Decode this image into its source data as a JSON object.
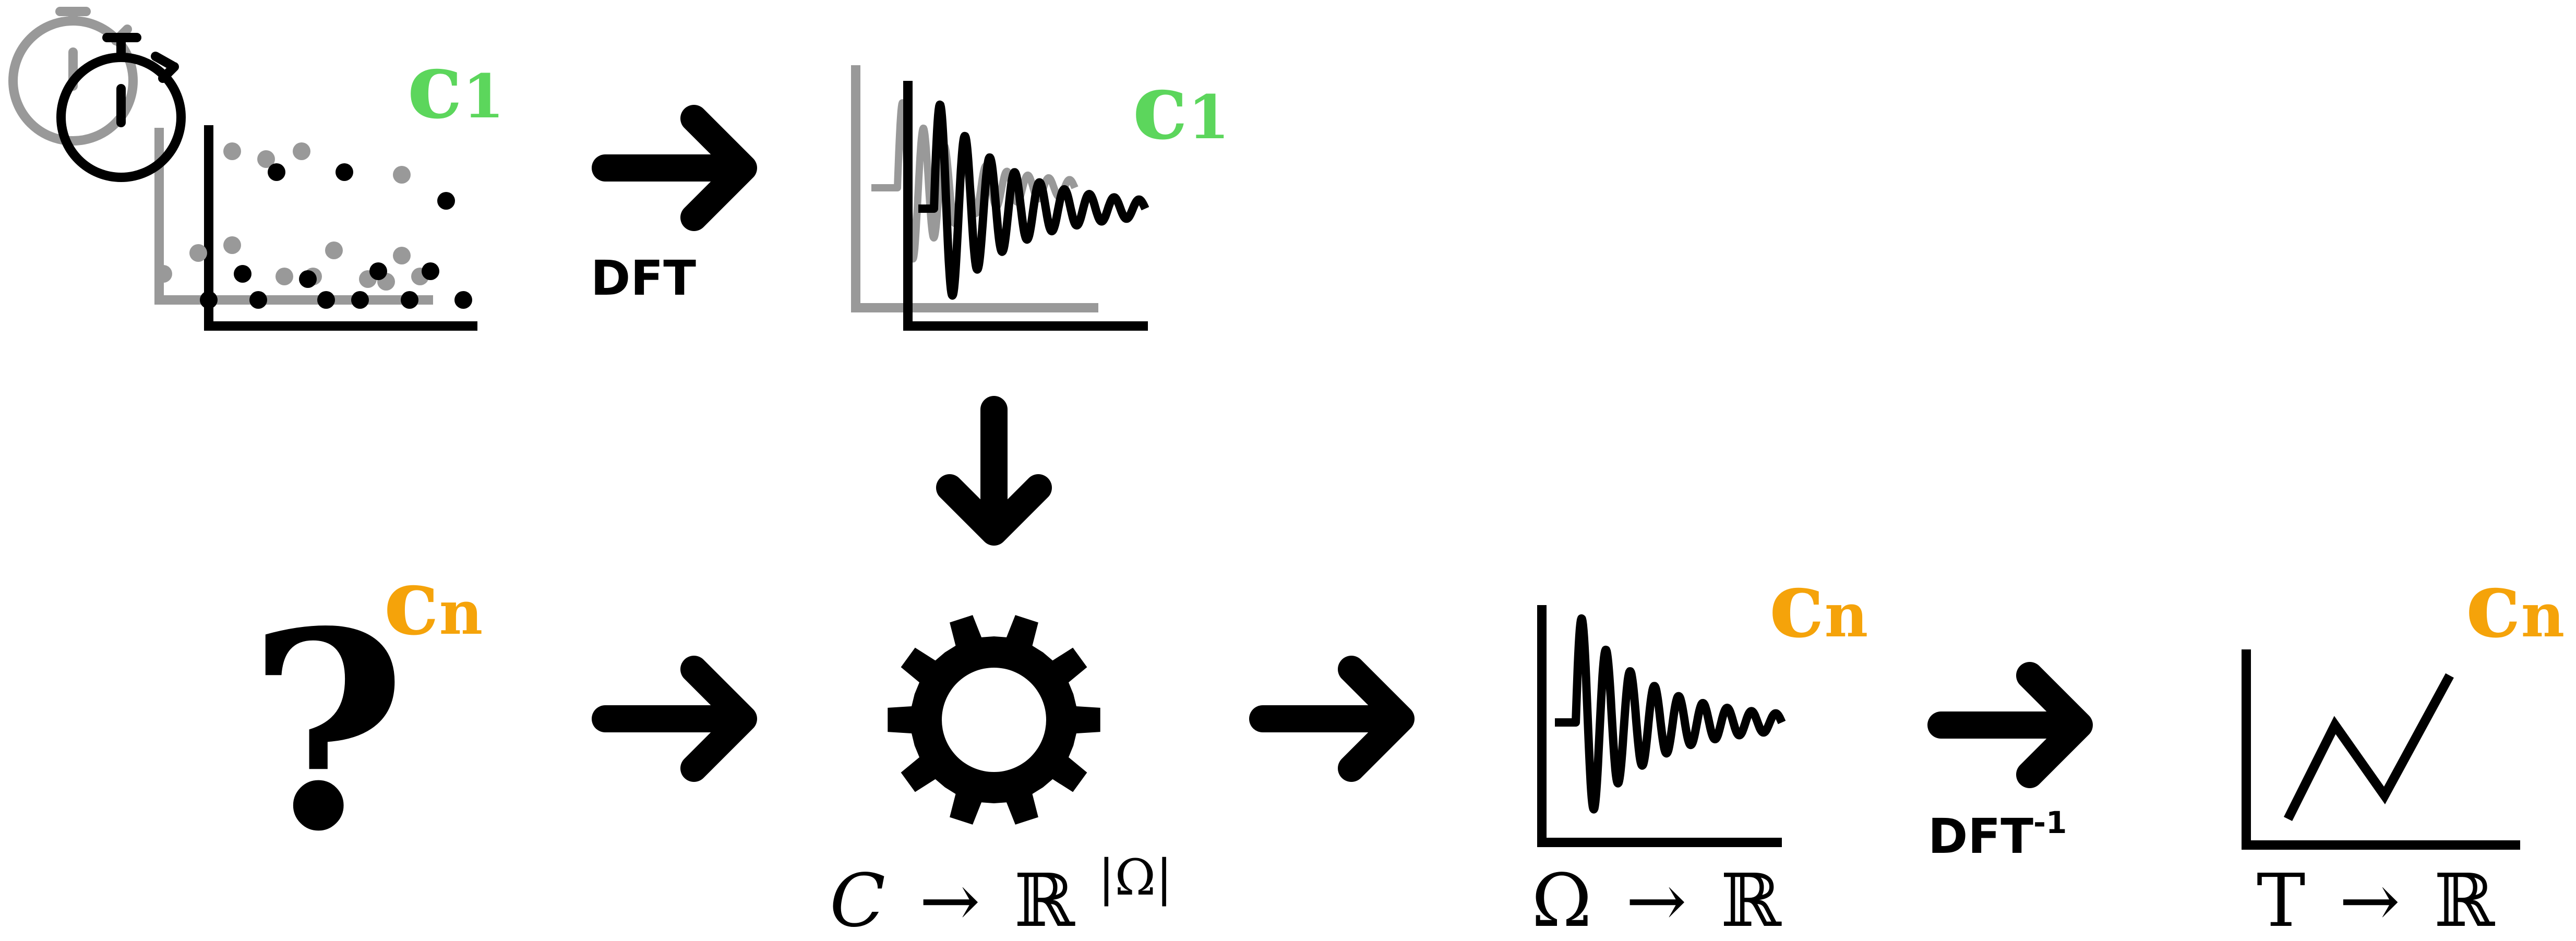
{
  "colors": {
    "c1": "#5cd65c",
    "cn": "#f5a30a",
    "ink": "#000000",
    "faded": "#999999"
  },
  "panels": {
    "timeseries": {
      "icon": "stopwatch-icon",
      "context_symbol": "c",
      "context_subscript": "1"
    },
    "spectrum_c1": {
      "context_symbol": "c",
      "context_subscript": "1"
    },
    "unknown": {
      "icon": "question-mark-icon",
      "glyph": "?",
      "context_symbol": "c",
      "context_subscript": "n"
    },
    "model": {
      "icon": "gear-icon",
      "mapping_domain": "C",
      "mapping_arrow": "→",
      "mapping_codomain": "ℝ",
      "mapping_exponent": "|Ω|"
    },
    "spectrum_cn": {
      "context_symbol": "c",
      "context_subscript": "n",
      "mapping_domain": "Ω",
      "mapping_arrow": "→",
      "mapping_codomain": "ℝ"
    },
    "signal_cn": {
      "context_symbol": "c",
      "context_subscript": "n",
      "mapping_domain": "T",
      "mapping_arrow": "→",
      "mapping_codomain": "ℝ"
    }
  },
  "transforms": {
    "dft": {
      "label": "DFT"
    },
    "idft": {
      "label": "DFT",
      "superscript": "-1"
    }
  }
}
